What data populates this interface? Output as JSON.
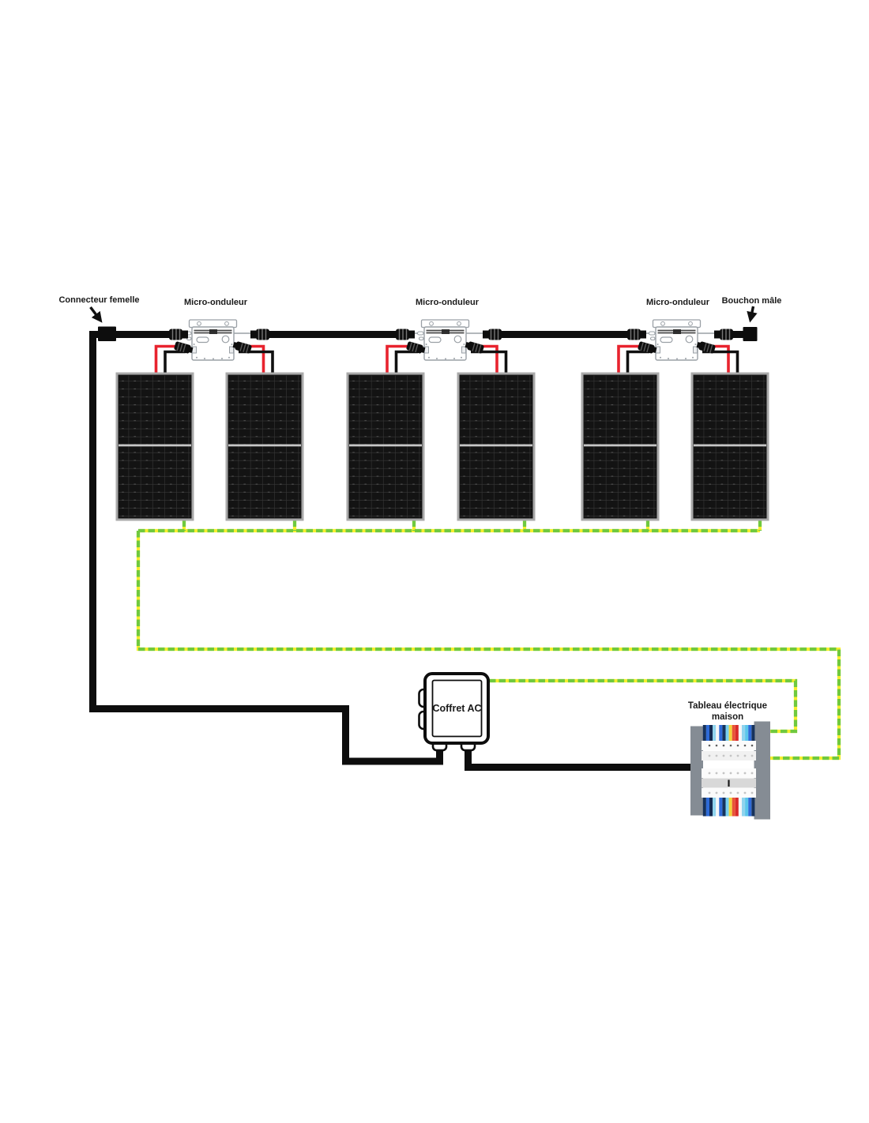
{
  "diagram": {
    "type": "solar-pv-microinverter-wiring-diagram",
    "labels": {
      "female_connector": "Connecteur femelle",
      "micro_inverter": "Micro-onduleur",
      "male_plug": "Bouchon mâle",
      "ac_box": "Coffret AC",
      "house_panel_line1": "Tableau électrique",
      "house_panel_line2": "maison"
    },
    "counts": {
      "solar_panels": 6,
      "micro_inverters": 3
    },
    "colors": {
      "ac_cable_black": "#0d0d0d",
      "dc_wire_red": "#e8232e",
      "dc_wire_black": "#101010",
      "earth_wire_green": "#6fc93f",
      "earth_wire_yellow": "#f7ee2e",
      "panel_frame_gray": "#a9a9a9",
      "panel_cell_black": "#131313",
      "electrical_panel_bar_gray": "#858c94"
    }
  }
}
